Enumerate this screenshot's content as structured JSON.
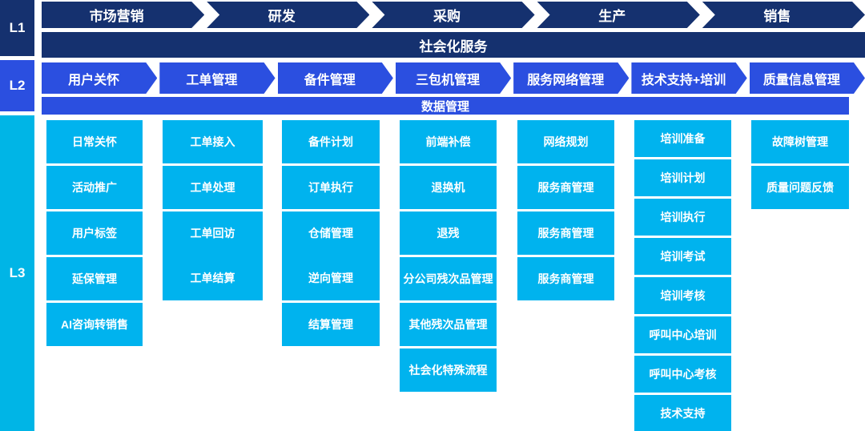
{
  "palette": {
    "navy": "#15316F",
    "blue": "#2B4FE0",
    "cyan": "#00B3EE",
    "cyan_label": "#00B5E6",
    "text": "#FFFFFF",
    "background": "#FFFFFF"
  },
  "levels": {
    "l1": "L1",
    "l2": "L2",
    "l3": "L3"
  },
  "l1": {
    "segments": [
      "市场营销",
      "研发",
      "采购",
      "生产",
      "销售"
    ],
    "bar": "社会化服务"
  },
  "l2": {
    "segments": [
      "用户关怀",
      "工单管理",
      "备件管理",
      "三包机管理",
      "服务网络管理",
      "技术支持+培训",
      "质量信息管理"
    ],
    "bar": "数据管理"
  },
  "l3": {
    "columns": [
      {
        "parent": "用户关怀",
        "items": [
          {
            "label": "日常关怀"
          },
          {
            "label": "活动推广"
          },
          {
            "label": "用户标签"
          },
          {
            "label": "延保管理"
          },
          {
            "label": "AI咨询转销售"
          }
        ]
      },
      {
        "parent": "工单管理",
        "items": [
          {
            "label": "工单接入"
          },
          {
            "label": "工单处理"
          },
          {
            "label": "工单回访"
          },
          {
            "label": "工单结算",
            "merged_with_prev": true
          }
        ]
      },
      {
        "parent": "备件管理",
        "items": [
          {
            "label": "备件计划"
          },
          {
            "label": "订单执行"
          },
          {
            "label": "仓储管理"
          },
          {
            "label": "逆向管理",
            "merged_with_prev": true
          },
          {
            "label": "结算管理"
          }
        ]
      },
      {
        "parent": "三包机管理",
        "items": [
          {
            "label": "前端补偿"
          },
          {
            "label": "退换机"
          },
          {
            "label": "退残"
          },
          {
            "label": "分公司残次品管理"
          },
          {
            "label": "其他残次品管理"
          },
          {
            "label": "社会化特殊流程"
          }
        ]
      },
      {
        "parent": "服务网络管理",
        "items": [
          {
            "label": "网络规划"
          },
          {
            "label": "服务商管理"
          },
          {
            "label": "服务商管理"
          },
          {
            "label": "服务商管理"
          }
        ]
      },
      {
        "parent": "技术支持+培训",
        "compact": true,
        "items": [
          {
            "label": "培训准备"
          },
          {
            "label": "培训计划"
          },
          {
            "label": "培训执行"
          },
          {
            "label": "培训考试"
          },
          {
            "label": "培训考核"
          },
          {
            "label": "呼叫中心培训"
          },
          {
            "label": "呼叫中心考核"
          },
          {
            "label": "技术支持"
          }
        ]
      },
      {
        "parent": "质量信息管理",
        "items": [
          {
            "label": "故障树管理"
          },
          {
            "label": "质量问题反馈"
          }
        ]
      }
    ]
  }
}
